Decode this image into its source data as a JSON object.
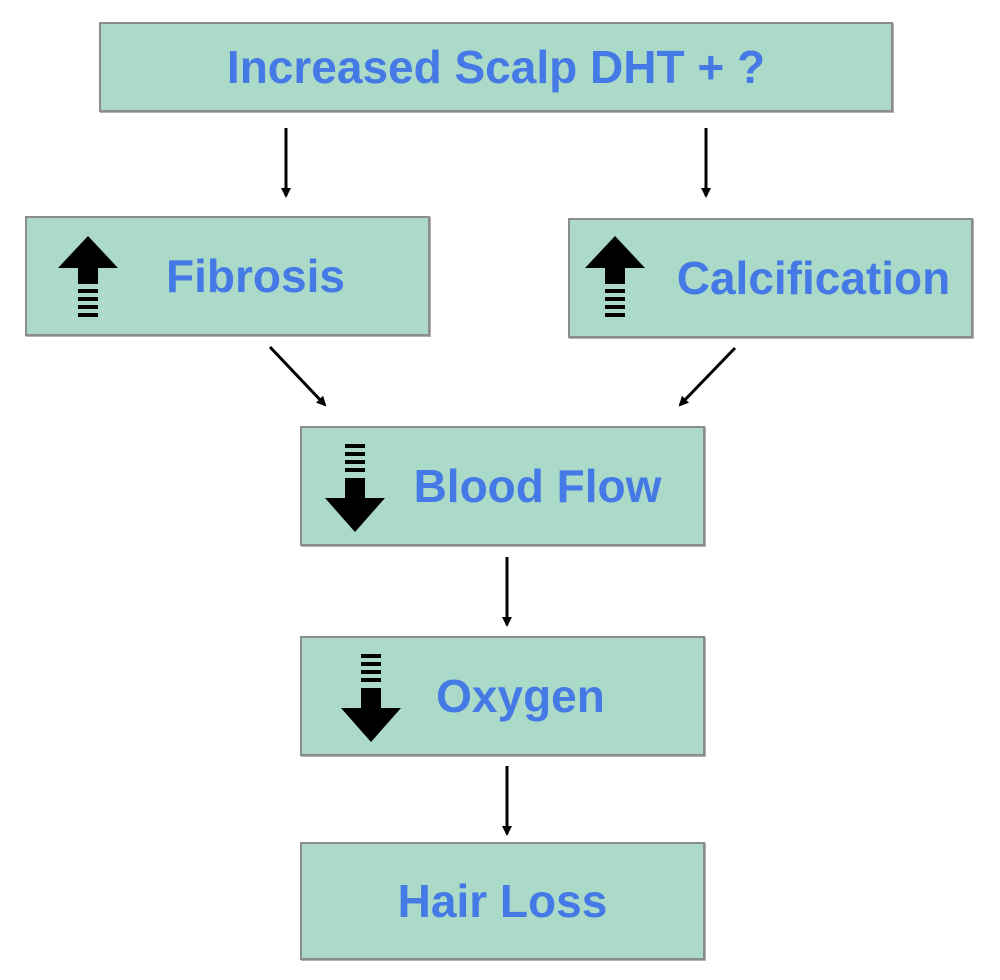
{
  "colors": {
    "box_fill": "#abdac8",
    "box_border": "#8c8c8c",
    "label_text": "#4479e6",
    "arrow": "#000000"
  },
  "nodes": {
    "top": {
      "label": "Increased Scalp DHT + ?"
    },
    "fibrosis": {
      "label": "Fibrosis",
      "trend_icon": "up-arrow-icon"
    },
    "calcification": {
      "label": "Calcification",
      "trend_icon": "up-arrow-icon"
    },
    "blood_flow": {
      "label": "Blood Flow",
      "trend_icon": "down-arrow-icon"
    },
    "oxygen": {
      "label": "Oxygen",
      "trend_icon": "down-arrow-icon"
    },
    "hair_loss": {
      "label": "Hair Loss"
    }
  },
  "edges": [
    {
      "from": "top",
      "to": "fibrosis"
    },
    {
      "from": "top",
      "to": "calcification"
    },
    {
      "from": "fibrosis",
      "to": "blood_flow"
    },
    {
      "from": "calcification",
      "to": "blood_flow"
    },
    {
      "from": "blood_flow",
      "to": "oxygen"
    },
    {
      "from": "oxygen",
      "to": "hair_loss"
    }
  ]
}
